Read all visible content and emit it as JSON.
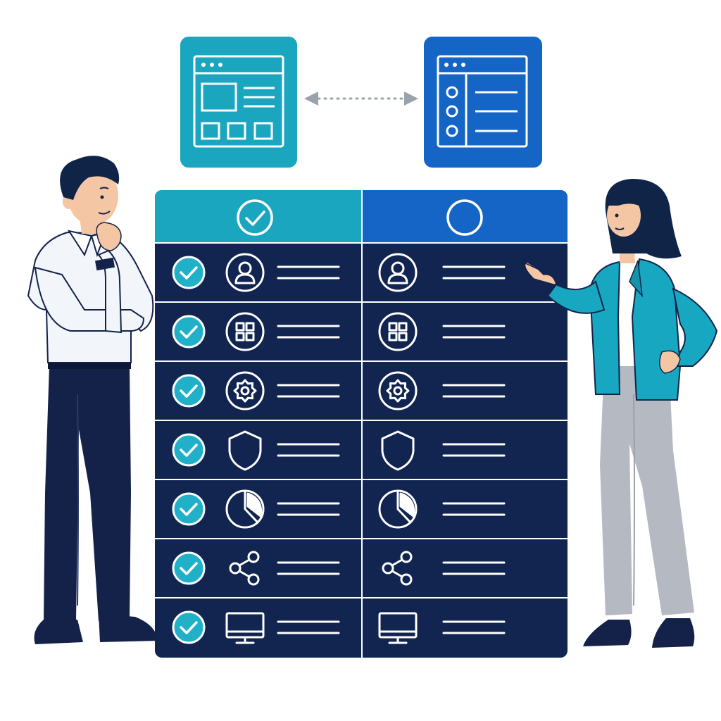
{
  "palette": {
    "navy": "#13234e",
    "table_navy": "#122550",
    "teal": "#1aa6bf",
    "blue": "#1565c6",
    "check_teal": "#20b0c8",
    "white": "#ffffff",
    "skin": "#f4c6a3",
    "hair": "#102448",
    "shirt_white": "#f2f5f9",
    "pants_navy": "#14224a",
    "blazer_teal": "#17a7c0",
    "pants_grey": "#b5b9c2",
    "divider_grey": "#9aa3ad"
  },
  "windows": [
    {
      "name": "window-grid-layout",
      "color": "teal",
      "icon": "grid-layout-window-icon"
    },
    {
      "name": "window-list-layout",
      "color": "blue",
      "icon": "list-layout-window-icon"
    }
  ],
  "compare_arrow": {
    "icon": "double-arrow-icon",
    "style": "dotted"
  },
  "table": {
    "header_left": {
      "icon": "check-circle-icon",
      "color": "teal"
    },
    "header_right": {
      "icon": "empty-circle-icon",
      "color": "blue"
    },
    "rows": [
      {
        "icon": "user-icon",
        "left_check": true
      },
      {
        "icon": "apps-grid-icon",
        "left_check": true
      },
      {
        "icon": "gear-icon",
        "left_check": true
      },
      {
        "icon": "shield-icon",
        "left_check": true
      },
      {
        "icon": "pie-chart-icon",
        "left_check": true
      },
      {
        "icon": "share-icon",
        "left_check": true
      },
      {
        "icon": "monitor-icon",
        "left_check": true
      }
    ]
  },
  "people": [
    {
      "name": "man-thinking",
      "pose": "hand-on-chin"
    },
    {
      "name": "woman-pointing",
      "pose": "pointing-at-table"
    }
  ]
}
